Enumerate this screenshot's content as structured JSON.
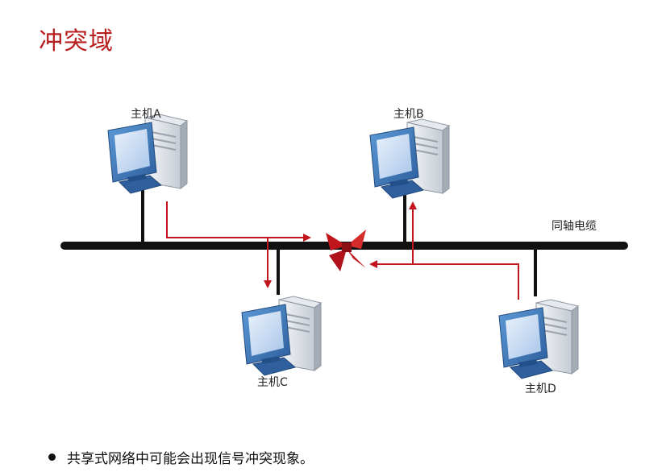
{
  "title": "冲突域",
  "hosts": {
    "a": "主机A",
    "b": "主机B",
    "c": "主机C",
    "d": "主机D"
  },
  "cable_label": "同轴电缆",
  "bullets": [
    "共享式网络中可能会出现信号冲突现象。"
  ],
  "colors": {
    "title": "#b81e1e",
    "signal": "#c0161b",
    "bus": "#111111",
    "monitor": "#3f7ec4"
  },
  "icons": [
    "computer-icon",
    "collision-icon"
  ]
}
